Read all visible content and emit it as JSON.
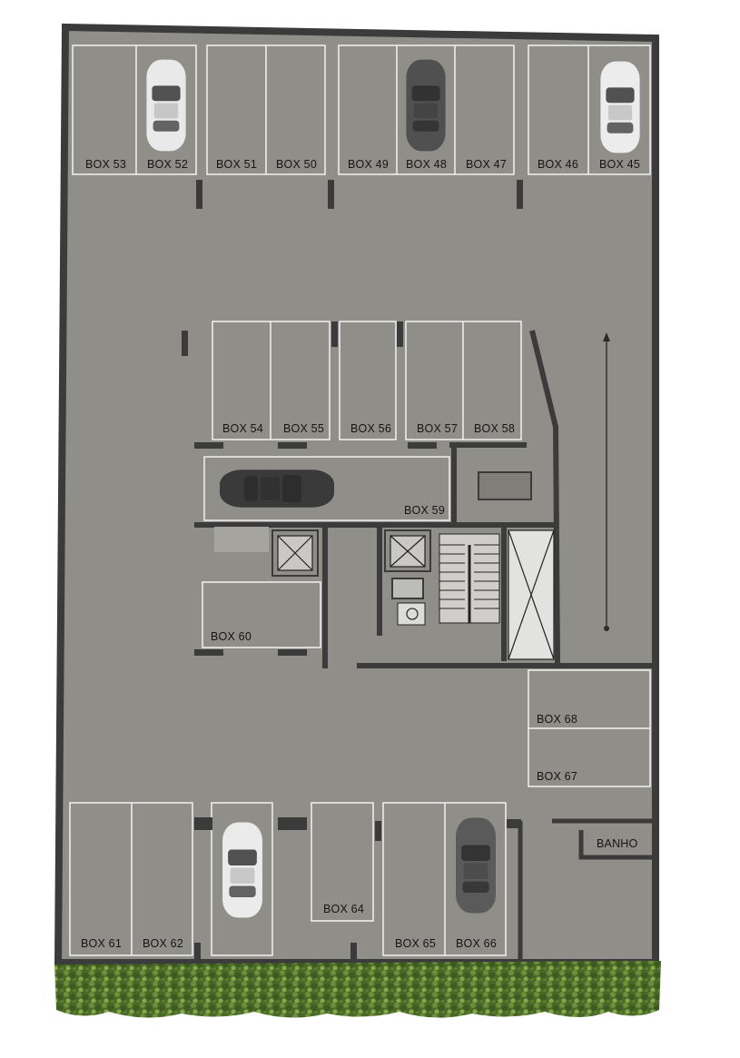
{
  "plan": {
    "colors": {
      "floor": "#8f8e89",
      "wall": "#3b3b3b",
      "lines": "#f2f2f2",
      "hedge": "#4e6b2a",
      "background": "#ffffff"
    },
    "boxes": {
      "b53": "BOX 53",
      "b52": "BOX 52",
      "b51": "BOX 51",
      "b50": "BOX 50",
      "b49": "BOX 49",
      "b48": "BOX 48",
      "b47": "BOX 47",
      "b46": "BOX 46",
      "b45": "BOX 45",
      "b54": "BOX 54",
      "b55": "BOX 55",
      "b56": "BOX 56",
      "b57": "BOX 57",
      "b58": "BOX 58",
      "b59": "BOX 59",
      "b60": "BOX 60",
      "b61": "BOX 61",
      "b62": "BOX 62",
      "b64": "BOX 64",
      "b65": "BOX 65",
      "b66": "BOX 66",
      "b67": "BOX 67",
      "b68": "BOX 68"
    },
    "rooms": {
      "banho": "BANHO"
    },
    "icons": [
      "car-icon",
      "elevator-icon",
      "stairs-icon",
      "accessible-wc-icon",
      "ramp-arrow-icon",
      "hedge-icon"
    ]
  }
}
